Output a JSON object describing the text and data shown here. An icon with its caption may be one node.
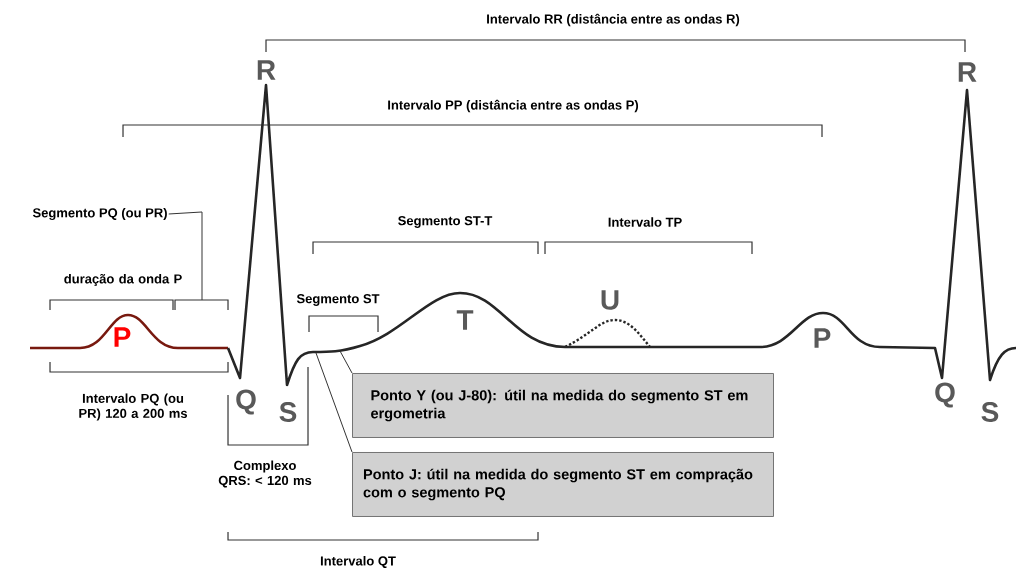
{
  "diagram": {
    "nodes": [
      {
        "text": [
          "Segmento PQ (ou PR)"
        ]
      },
      {
        "text": [
          "Ponto Y (ou J-80): útil na medida do segmento ST em ergometria"
        ]
      },
      {
        "text": [
          "Ponto J: útil na medida do segmento ST em compração com o segmento PQ"
        ]
      }
    ],
    "edges": [
      {
        "from": 0,
        "to": null,
        "arrow": "none"
      },
      {
        "from": 1,
        "to": null,
        "arrow": "none"
      },
      {
        "from": 2,
        "to": null,
        "arrow": "none"
      }
    ],
    "labels": [
      "Intervalo RR (distância entre as ondas R)",
      "R",
      "R",
      "Intervalo PP (distância entre as ondas P)",
      "Segmento ST-T",
      "Intervalo TP",
      "duração da onda P",
      "Segmento ST",
      "U",
      "P",
      "T",
      "P",
      "Q",
      "S",
      "Q",
      "S",
      "Intervalo PQ (ou PR) 120 a 200 ms",
      "Complexo QRS: < 120 ms",
      "Intervalo QT"
    ]
  }
}
